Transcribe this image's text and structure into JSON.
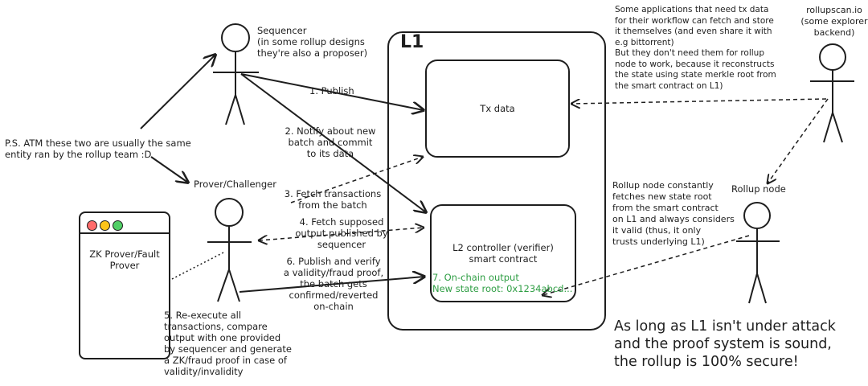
{
  "colors": {
    "stroke": "#1e1e1e",
    "green": "#2f9e44",
    "dot_red": "#ff6b6b",
    "dot_yellow": "#fcc419",
    "dot_green": "#51cf66"
  },
  "l1_title": "L1",
  "boxes": {
    "tx_data": "Tx data",
    "controller_line1": "L2 controller (verifier)",
    "controller_line2": "smart contract",
    "output_line1": "7. On-chain output",
    "output_line2": "New state root: 0x1234abcd...",
    "zk_prover_line1": "ZK Prover/Fault",
    "zk_prover_line2": "Prover"
  },
  "actors": {
    "sequencer_line1": "Sequencer",
    "sequencer_line2": "(in some rollup designs",
    "sequencer_line3": "they're also a proposer)",
    "prover": "Prover/Challenger",
    "rollup_node": "Rollup node",
    "explorer_line1": "rollupscan.io",
    "explorer_line2": "(some explorer",
    "explorer_line3": "backend)"
  },
  "steps": {
    "s1": "1. Publish",
    "s2_line1": "2. Notify about new",
    "s2_line2": "batch and commit",
    "s2_line3": "to its data",
    "s3_line1": "3. Fetch transactions",
    "s3_line2": "from the batch",
    "s4_line1": "4. Fetch supposed",
    "s4_line2": "output published by",
    "s4_line3": "sequencer",
    "s5_line1": "5. Re-execute all",
    "s5_line2": "transactions, compare",
    "s5_line3": "output with one provided",
    "s5_line4": "by sequencer and generate",
    "s5_line5": "a ZK/fraud proof in case of",
    "s5_line6": "validity/invalidity",
    "s6_line1": "6. Publish and verify",
    "s6_line2": "a validity/fraud proof,",
    "s6_line3": "the batch gets",
    "s6_line4": "confirmed/reverted",
    "s6_line5": "on-chain"
  },
  "notes": {
    "ps_line1": "P.S. ATM these two are usually the same",
    "ps_line2": "entity ran by the rollup team :D",
    "apps_line1": "Some applications that need tx data",
    "apps_line2": "for their workflow can fetch and store",
    "apps_line3": "it themselves (and even share it with",
    "apps_line4": "e.g bittorrent)",
    "apps_line5": "But they don't need them for rollup",
    "apps_line6": "node to work, because it reconstructs",
    "apps_line7": "the state using state merkle root from",
    "apps_line8": "the smart contract on L1)",
    "node_line1": "Rollup node constantly",
    "node_line2": "fetches new state root",
    "node_line3": "from the smart contract",
    "node_line4": "on L1 and always considers",
    "node_line5": "it valid (thus, it only",
    "node_line6": "trusts underlying L1)",
    "secure_line1": "As long as L1 isn't under attack",
    "secure_line2": "and the proof system is sound,",
    "secure_line3": "the rollup is 100% secure!"
  }
}
